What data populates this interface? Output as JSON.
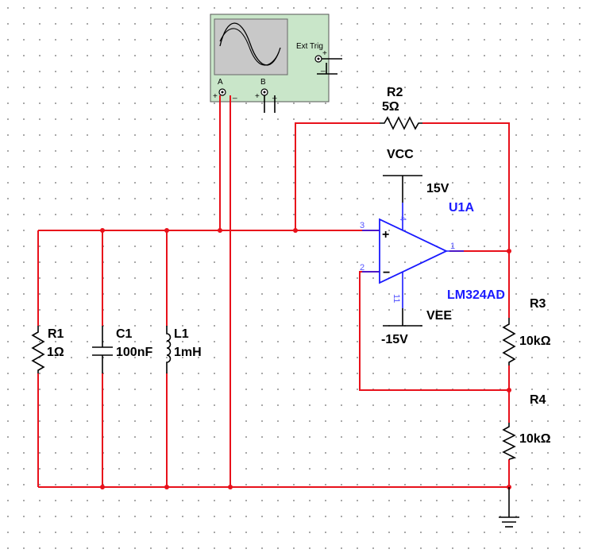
{
  "oscilloscope": {
    "ext_trig_label": "Ext Trig",
    "channel_a_label": "A",
    "channel_b_label": "B",
    "plus": "+",
    "minus": "_"
  },
  "components": {
    "r1": {
      "ref": "R1",
      "value": "1Ω"
    },
    "c1": {
      "ref": "C1",
      "value": "100nF"
    },
    "l1": {
      "ref": "L1",
      "value": "1mH"
    },
    "r2": {
      "ref": "R2",
      "value": "5Ω"
    },
    "r3": {
      "ref": "R3",
      "value": "10kΩ"
    },
    "r4": {
      "ref": "R4",
      "value": "10kΩ"
    },
    "opamp": {
      "ref": "U1A",
      "part": "LM324AD",
      "pin_noninv": "3",
      "pin_inv": "2",
      "pin_out": "1",
      "pin_vcc": "4",
      "pin_vee": "11",
      "plus_sign": "+",
      "minus_sign": "−"
    },
    "vcc": {
      "name": "VCC",
      "value": "15V"
    },
    "vee": {
      "name": "VEE",
      "value": "-15V"
    }
  },
  "colors": {
    "wire": "#e8111b",
    "part": "#000000",
    "opamp": "#1a1aff",
    "scope_bg": "#c9e6c9",
    "scope_screen": "#c8c8c8"
  }
}
